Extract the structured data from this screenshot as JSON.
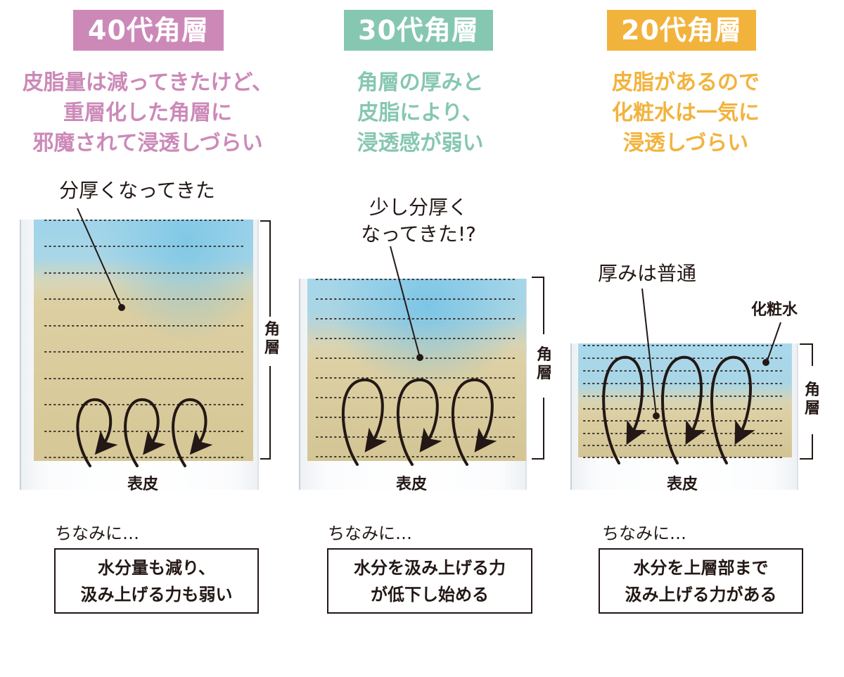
{
  "colors": {
    "age40": "#cc89b8",
    "age30": "#86c7b1",
    "age20": "#f2b33d",
    "text": "#231815",
    "water_blue": "#8fd0ea",
    "keratin_beige": "#dccfa2"
  },
  "panels": [
    {
      "id": "age40",
      "title": "40代角層",
      "headline": [
        "皮脂量は減ってきたけど、",
        "重層化した角層に",
        "邪魔されて浸透しづらい"
      ],
      "callout": [
        "分厚くなってきた"
      ],
      "layer_label": "角層",
      "base_label": "表皮",
      "note_lead": "ちなみに…",
      "note": [
        "水分量も減り、",
        "汲み上げる力も弱い"
      ]
    },
    {
      "id": "age30",
      "title": "30代角層",
      "headline": [
        "角層の厚みと",
        "皮脂により、",
        "浸透感が弱い"
      ],
      "callout": [
        "少し分厚く",
        "なってきた!?"
      ],
      "layer_label": "角層",
      "base_label": "表皮",
      "note_lead": "ちなみに…",
      "note": [
        "水分を汲み上げる力",
        "が低下し始める"
      ]
    },
    {
      "id": "age20",
      "title": "20代角層",
      "headline": [
        "皮脂があるので",
        "化粧水は一気に",
        "浸透しづらい"
      ],
      "callout": [
        "厚みは普通"
      ],
      "extra_label": "化粧水",
      "layer_label": "角層",
      "base_label": "表皮",
      "note_lead": "ちなみに…",
      "note": [
        "水分を上層部まで",
        "汲み上げる力がある"
      ]
    }
  ]
}
